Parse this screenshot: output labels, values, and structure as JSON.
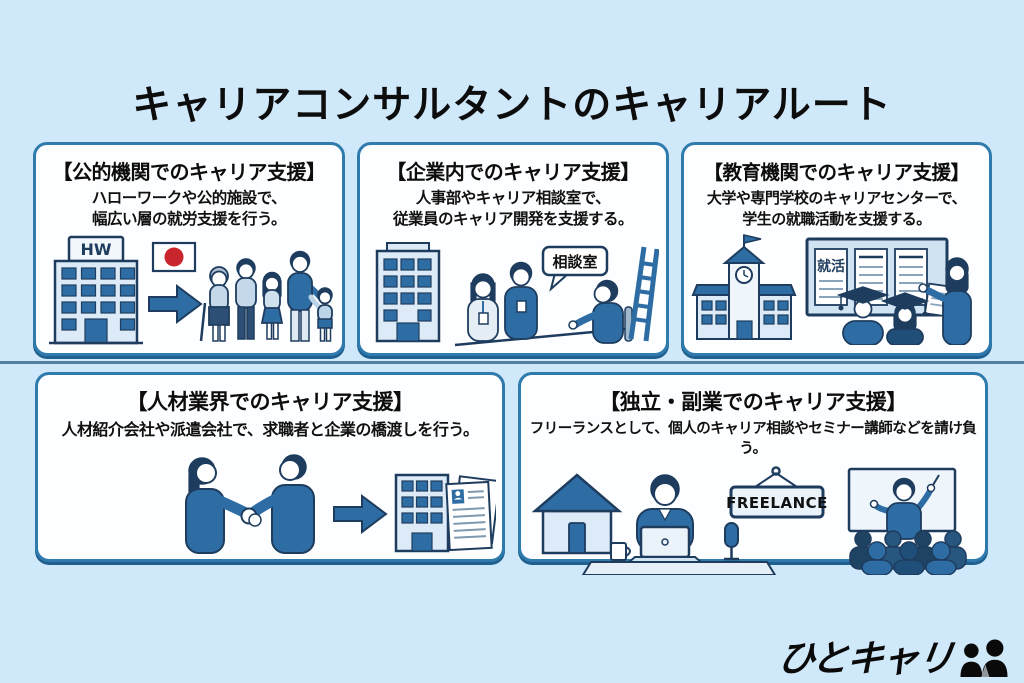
{
  "page": {
    "title": "キャリアコンサルタントのキャリアルート"
  },
  "cards": [
    {
      "heading": "【公的機関でのキャリア支援】",
      "desc_line1": "ハローワークや公的施設で、",
      "desc_line2": "幅広い層の就労支援を行う。",
      "building_sign": "HW"
    },
    {
      "heading": "【企業内でのキャリア支援】",
      "desc_line1": "人事部やキャリア相談室で、",
      "desc_line2": "従業員のキャリア開発を支援する。",
      "speech_bubble": "相談室"
    },
    {
      "heading": "【教育機関でのキャリア支援】",
      "desc_line1": "大学や専門学校のキャリアセンターで、",
      "desc_line2": "学生の就職活動を支援する。",
      "poster_label": "就活"
    },
    {
      "heading": "【人材業界でのキャリア支援】",
      "desc": "人材紹介会社や派遣会社で、求職者と企業の橋渡しを行う。"
    },
    {
      "heading": "【独立・副業でのキャリア支援】",
      "desc": "フリーランスとして、個人のキャリア相談やセミナー講師などを請け負う。",
      "sign_label": "FREELANCE"
    }
  ],
  "logo": {
    "text": "ひとキャリ"
  },
  "colors": {
    "background": "#cfe8fa",
    "card_border": "#2f7bad",
    "card_shadow_edge": "#1f6090",
    "divider": "#54809f",
    "accent_blue": "#2e6da4",
    "dark_navy": "#1e3c5e",
    "light_blue_fill": "#dcebf7",
    "flag_red": "#c9252d"
  }
}
